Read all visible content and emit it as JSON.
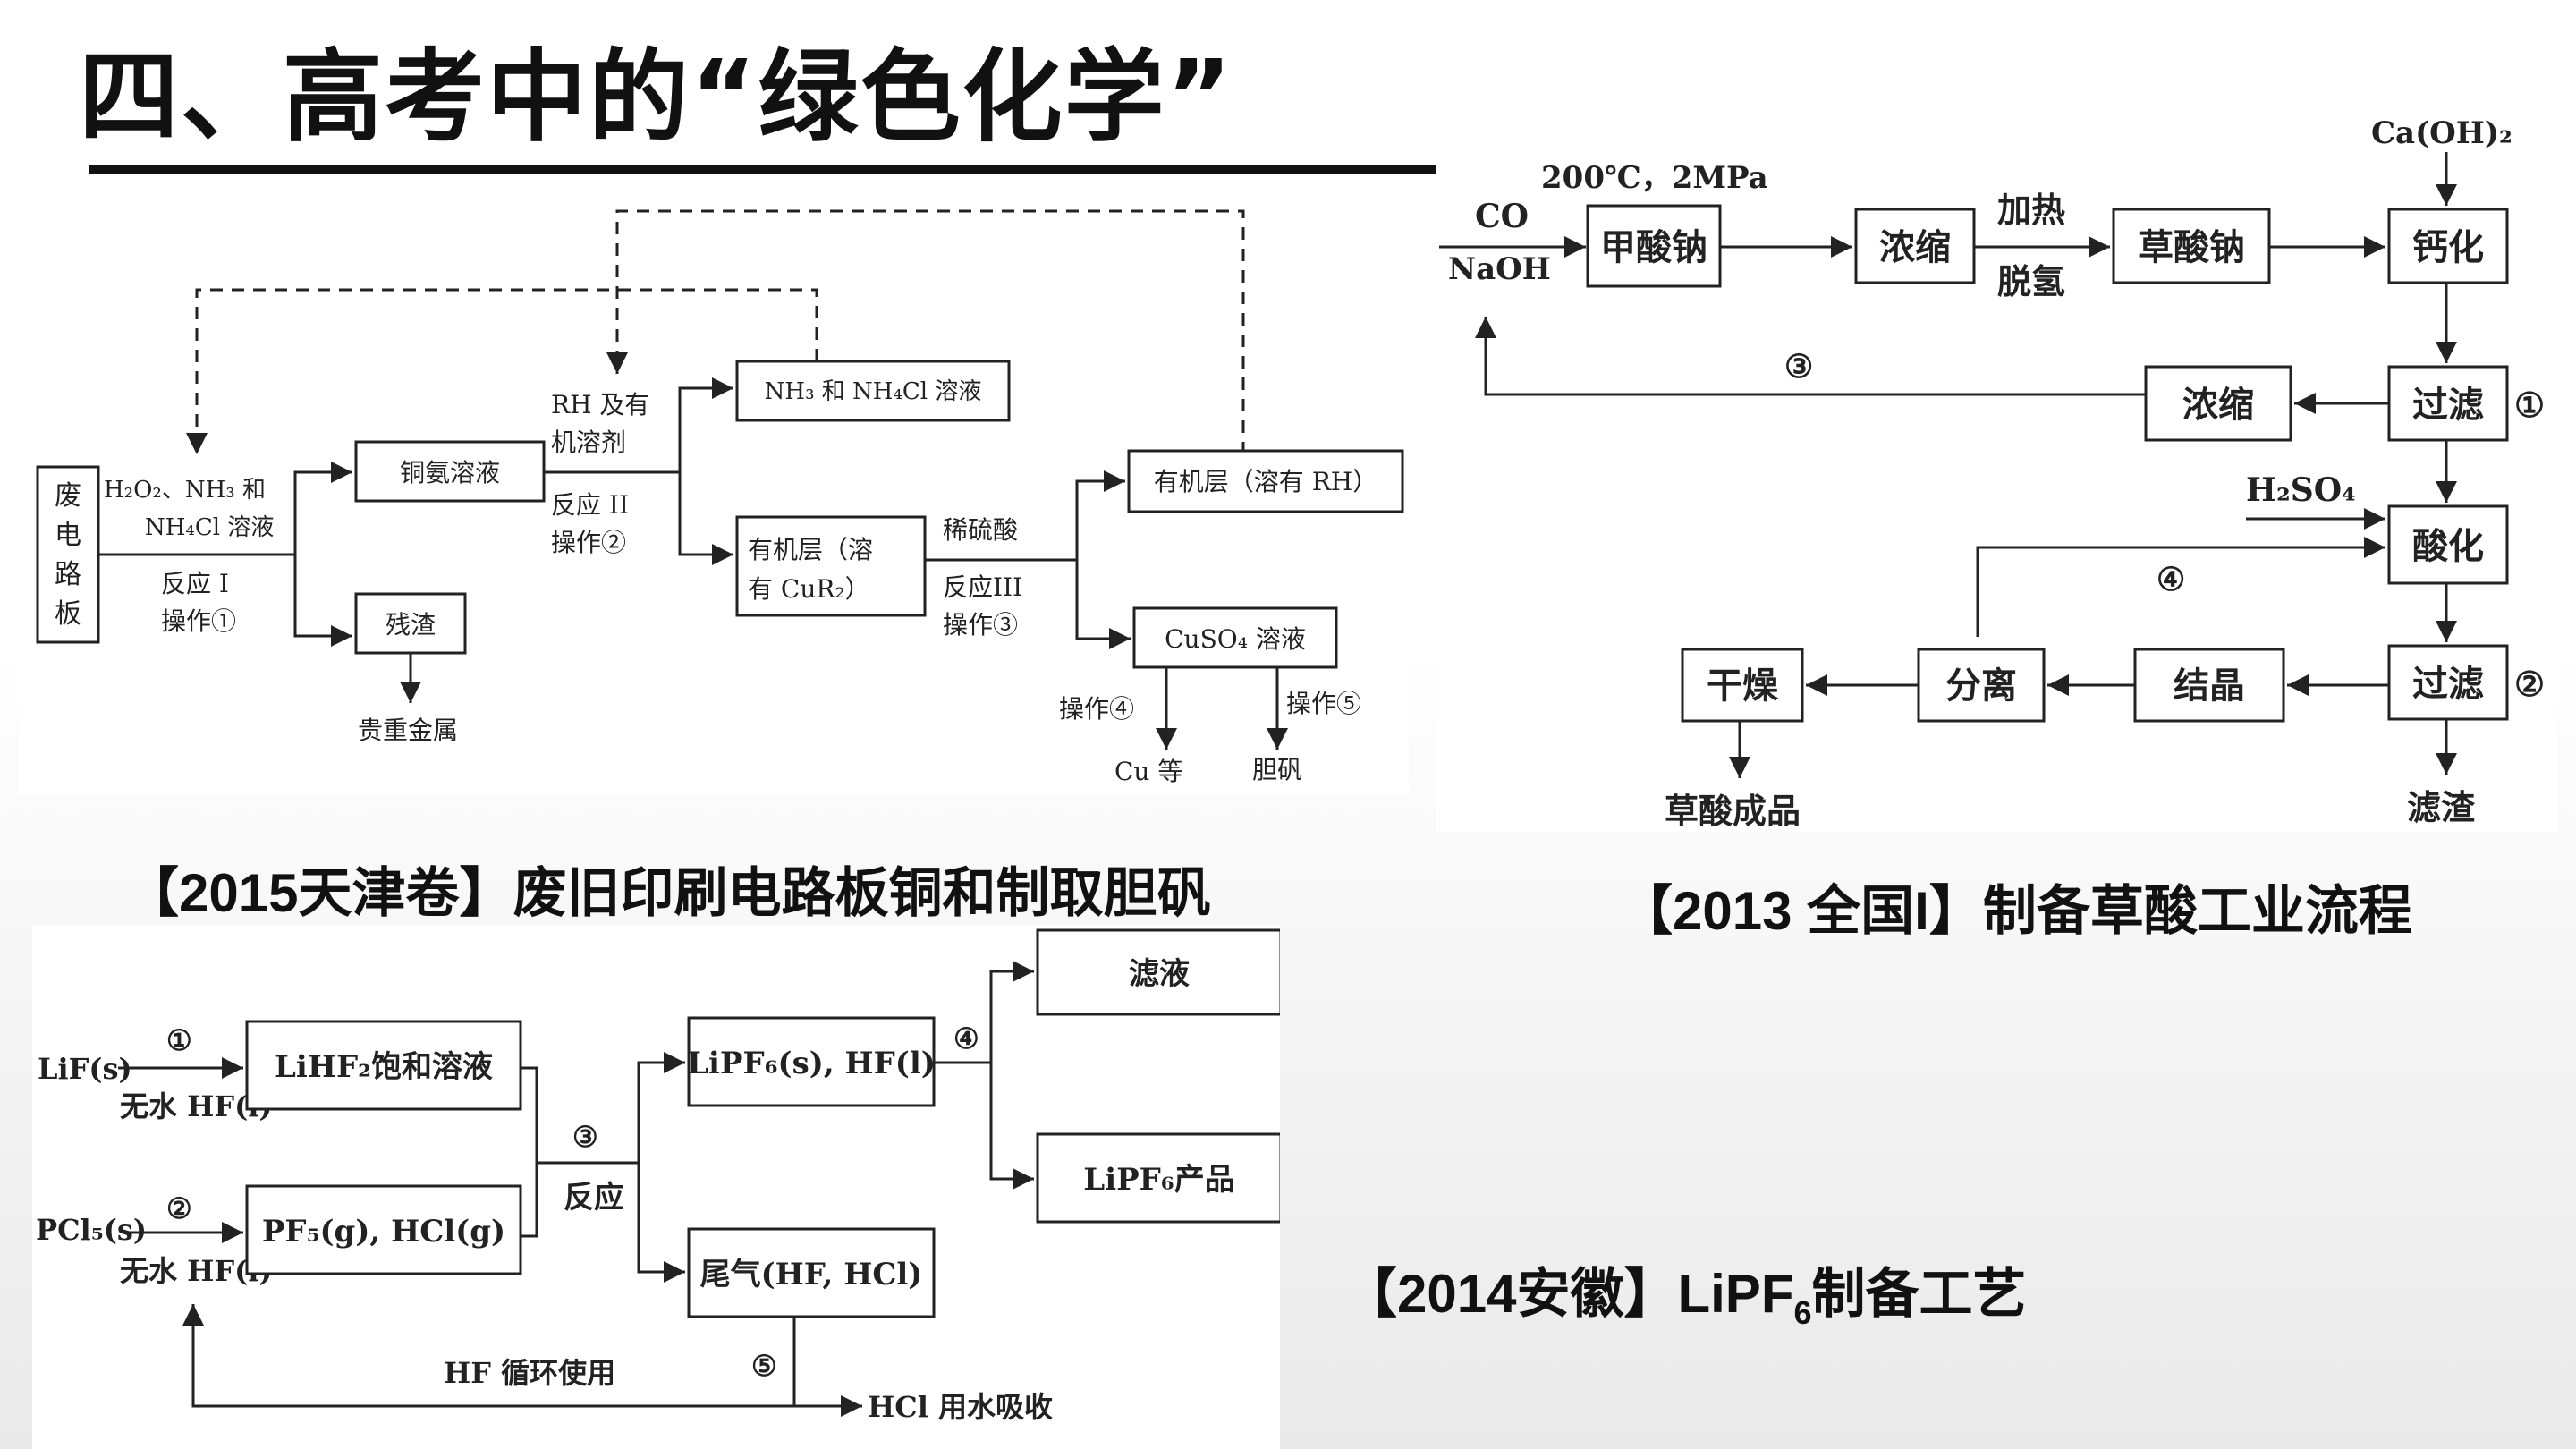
{
  "slide": {
    "title": "四、高考中的“绿色化学”"
  },
  "captions": {
    "tianjin": "【2015天津卷】废旧印刷电路板铜和制取胆矾",
    "national": "【2013 全国I】制备草酸工业流程",
    "anhui_prefix": "【2014安徽】LiPF",
    "anhui_sub": "6",
    "anhui_suffix": "制备工艺"
  },
  "diagram_tianjin": {
    "waste_board": [
      "废",
      "电",
      "路",
      "板"
    ],
    "reagent_1": "H₂O₂、NH₃ 和",
    "reagent_2": "NH₄Cl 溶液",
    "reaction_1": "反应 I",
    "op_1": "操作①",
    "cu_ammonia": "铜氨溶液",
    "residue": "残渣",
    "precious_metal": "贵重金属",
    "rh_1": "RH 及有",
    "rh_2": "机溶剂",
    "reaction_2": "反应 II",
    "op_2": "操作②",
    "nh3_solution": "NH₃ 和 NH₄Cl 溶液",
    "organic_cur2_1": "有机层（溶",
    "organic_cur2_2": "有 CuR₂）",
    "dilute_acid": "稀硫酸",
    "reaction_3": "反应III",
    "op_3": "操作③",
    "organic_rh": "有机层（溶有 RH）",
    "cuso4": "CuSO₄ 溶液",
    "op_4": "操作④",
    "op_5": "操作⑤",
    "cu_etc": "Cu 等",
    "blue_vitriol": "胆矾"
  },
  "diagram_national": {
    "caoh2": "Ca(OH)₂",
    "conditions": "200℃，2MPa",
    "co": "CO",
    "naoh": "NaOH",
    "sodium_formate": "甲酸钠",
    "concentrate_1": "浓缩",
    "heat": "加热",
    "dehydrogen": "脱氢",
    "sodium_oxalate": "草酸钠",
    "calcify": "钙化",
    "filter_1": "过滤",
    "mark_1": "①",
    "concentrate_2": "浓缩",
    "mark_3": "③",
    "h2so4": "H₂SO₄",
    "acidify": "酸化",
    "mark_4": "④",
    "dry": "干燥",
    "separate": "分离",
    "crystallize": "结晶",
    "filter_2": "过滤",
    "mark_2": "②",
    "product": "草酸成品",
    "filter_residue": "滤渣"
  },
  "diagram_anhui": {
    "lif": "LiF(s)",
    "step_1": "①",
    "anhydrous_1": "无水 HF(l)",
    "lihf2": "LiHF₂饱和溶液",
    "pcl5": "PCl₅(s)",
    "step_2": "②",
    "anhydrous_2": "无水 HF(l)",
    "pf5": "PF₅(g), HCl(g)",
    "step_3": "③",
    "react": "反应",
    "lipf6_hf": "LiPF₆(s), HF(l)",
    "step_4": "④",
    "filtrate": "滤液",
    "lipf6_product": "LiPF₆产品",
    "tail_gas": "尾气(HF, HCl)",
    "step_5": "⑤",
    "hf_recycle": "HF 循环使用",
    "hcl_absorb": "HCl 用水吸收"
  }
}
